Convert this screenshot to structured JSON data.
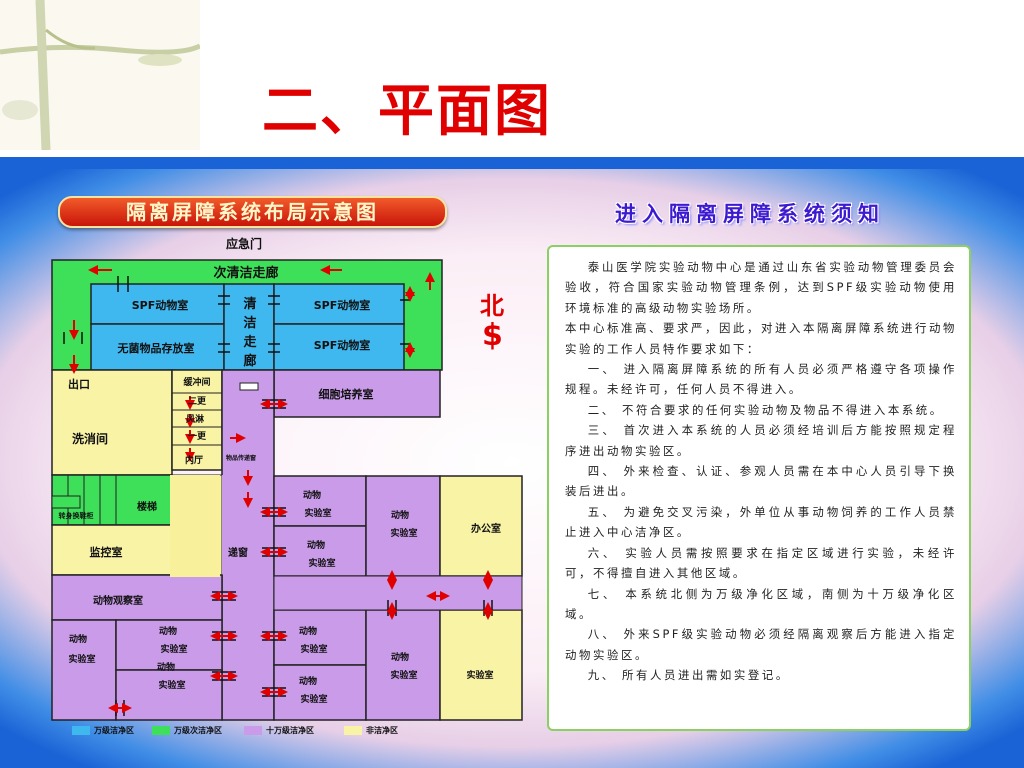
{
  "slide_title": "二、平面图",
  "left_banner": "隔离屏障系统布局示意图",
  "right_title": "进入隔离屏障系统须知",
  "compass_label": "北",
  "compass_symbol": "$",
  "map": {
    "emergency_exit": "应急门",
    "secondary_clean_corridor": "次清洁走廊",
    "spf_room_1": "SPF动物室",
    "spf_room_2": "SPF动物室",
    "spf_room_3": "SPF动物室",
    "clean_corridor": [
      "清",
      "洁",
      "走",
      "廊"
    ],
    "sterile_storage": "无菌物品存放室",
    "cell_culture": "细胞培养室",
    "exit": "出口",
    "buffer": "缓冲间",
    "change_2": "二更",
    "air_shower": "风淋",
    "change_1": "一更",
    "washroom": "洗消间",
    "inner_hall": "内厅",
    "pass_window_label": "物品传递窗",
    "stairs": "楼梯",
    "locker": "转身换鞋柜",
    "monitor_room": "监控室",
    "transfer_window": "递窗",
    "office": "办公室",
    "animal_obs": "动物观察室",
    "animal_lab": "动物实验室",
    "lab_short": "实验室",
    "animal_short": "动物"
  },
  "rules": [
    "泰山医学院实验动物中心是通过山东省实验动物管理委员会验收，符合国家实验动物管理条例，达到SPF级实验动物使用环境标准的高级动物实验场所。",
    "本中心标准高、要求严，因此，对进入本隔离屏障系统进行动物实验的工作人员特作要求如下：",
    "一、 进入隔离屏障系统的所有人员必须严格遵守各项操作规程。未经许可，任何人员不得进入。",
    "二、 不符合要求的任何实验动物及物品不得进入本系统。",
    "三、 首次进入本系统的人员必须经培训后方能按照规定程序进出动物实验区。",
    "四、 外来检查、认证、参观人员需在本中心人员引导下换装后进出。",
    "五、 为避免交叉污染，外单位从事动物饲养的工作人员禁止进入中心洁净区。",
    "六、 实验人员需按照要求在指定区域进行实验，未经许可，不得擅自进入其他区域。",
    "七、 本系统北侧为万级净化区域，南侧为十万级净化区域。",
    "八、 外来SPF级实验动物必须经隔离观察后方能进入指定动物实验区。",
    "九、 所有人员进出需如实登记。"
  ],
  "legend": [
    {
      "label": "万级洁净区",
      "color": "#3fb8f0"
    },
    {
      "label": "万级次洁净区",
      "color": "#3ee05a"
    },
    {
      "label": "十万级洁净区",
      "color": "#c99be8"
    },
    {
      "label": "非洁净区",
      "color": "#f9f3a6"
    }
  ],
  "colors": {
    "title_red": "#e00000",
    "zone_blue": "#3fb8f0",
    "zone_green": "#3ee05a",
    "zone_purple": "#c99be8",
    "zone_yellow": "#f9f3a6",
    "arrow_red": "#e00000"
  }
}
